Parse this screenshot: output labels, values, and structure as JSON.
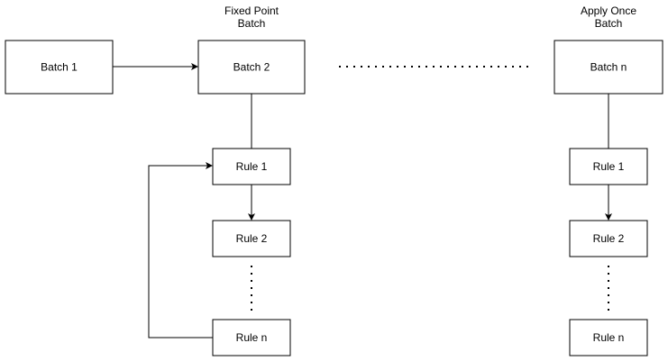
{
  "captions": {
    "fixed_point_line1": "Fixed Point",
    "fixed_point_line2": "Batch",
    "apply_once_line1": "Apply Once",
    "apply_once_line2": "Batch"
  },
  "batches": {
    "batch1": "Batch 1",
    "batch2": "Batch 2",
    "batchn": "Batch n"
  },
  "fixed_point_rules": {
    "rule1": "Rule 1",
    "rule2": "Rule 2",
    "rulen": "Rule n"
  },
  "apply_once_rules": {
    "rule1": "Rule 1",
    "rule2": "Rule 2",
    "rulen": "Rule n"
  },
  "colors": {
    "stroke": "#000000",
    "fill": "#ffffff"
  }
}
